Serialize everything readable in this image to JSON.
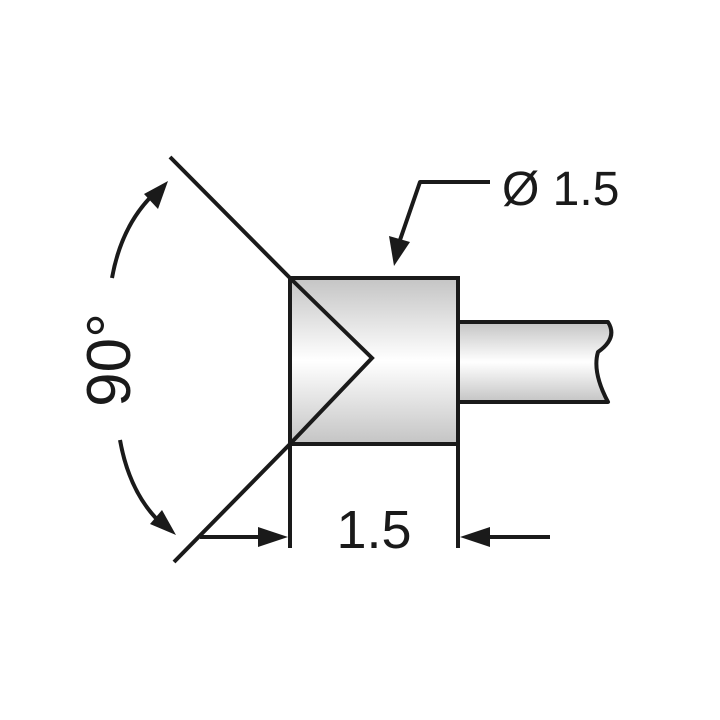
{
  "labels": {
    "angle": "90°",
    "diameter": "Ø 1.5",
    "length": "1.5"
  },
  "colors": {
    "stroke": "#1a1a1a",
    "fill_light": "#ffffff",
    "fill_dark": "#c4c4c4"
  }
}
